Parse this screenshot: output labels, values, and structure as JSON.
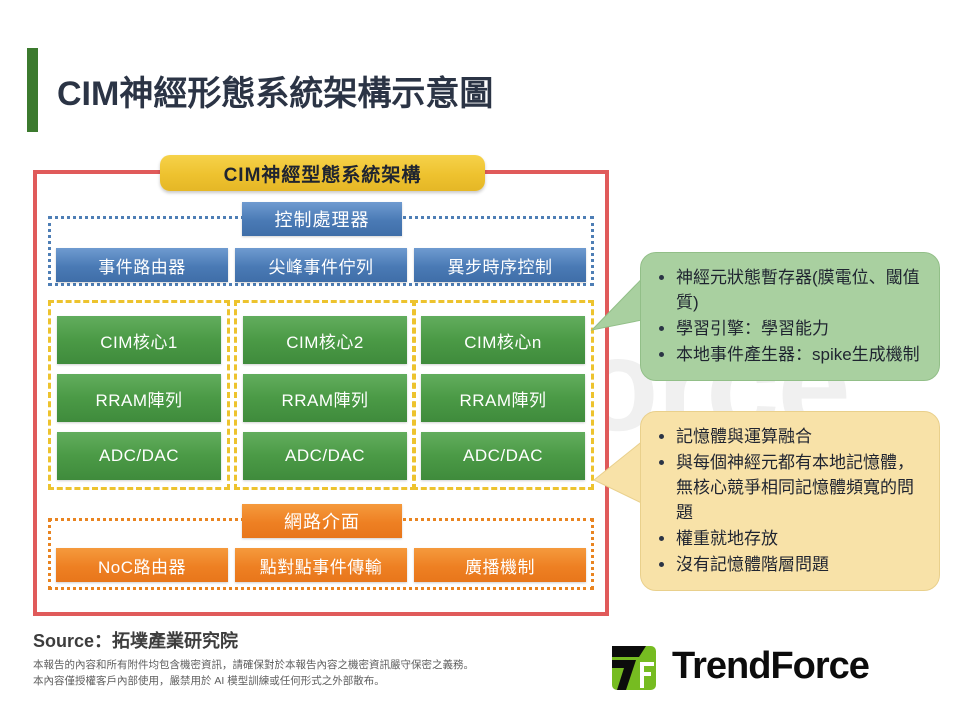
{
  "page": {
    "title": "CIM神經形態系統架構示意圖",
    "accent_green": "#3c7a2e",
    "frame_border": "#e05a5a"
  },
  "architecture": {
    "pill_label": "CIM神經型態系統架構",
    "pill_color": "#eec22f"
  },
  "control_section": {
    "header": "控制處理器",
    "border_color": "#4e7eb5",
    "boxes": [
      {
        "label": "事件路由器"
      },
      {
        "label": "尖峰事件佇列"
      },
      {
        "label": "異步時序控制"
      }
    ]
  },
  "core_section": {
    "border_color": "#edc32e",
    "columns": [
      {
        "boxes": [
          {
            "label": "CIM核心1"
          },
          {
            "label": "RRAM陣列"
          },
          {
            "label": "ADC/DAC"
          }
        ]
      },
      {
        "boxes": [
          {
            "label": "CIM核心2"
          },
          {
            "label": "RRAM陣列"
          },
          {
            "label": "ADC/DAC"
          }
        ]
      },
      {
        "boxes": [
          {
            "label": "CIM核心n"
          },
          {
            "label": "RRAM陣列"
          },
          {
            "label": "ADC/DAC"
          }
        ]
      }
    ]
  },
  "network_section": {
    "header": "網路介面",
    "border_color": "#e98420",
    "boxes": [
      {
        "label": "NoC路由器"
      },
      {
        "label": "點對點事件傳輸"
      },
      {
        "label": "廣播機制"
      }
    ]
  },
  "callouts": {
    "green": {
      "color": "#a9d0a0",
      "bullets": [
        "神經元狀態暫存器(膜電位、閾值質)",
        "學習引擎：學習能力",
        "本地事件產生器：spike生成機制"
      ]
    },
    "yellow": {
      "color": "#f8e2a8",
      "bullets": [
        "記憶體與運算融合",
        "與每個神經元都有本地記憶體，無核心競爭相同記憶體頻寬的問題",
        "權重就地存放",
        "沒有記憶體階層問題"
      ]
    }
  },
  "footer": {
    "source": "Source：拓墣產業研究院",
    "disclaimer_line1": "本報告的內容和所有附件均包含機密資訊，請確保對於本報告內容之機密資訊嚴守保密之義務。",
    "disclaimer_line2": "本內容僅授權客戶內部使用，嚴禁用於 AI 模型訓練或任何形式之外部散布。"
  },
  "brand": {
    "name": "TrendForce",
    "watermark": "TrendForce",
    "mark_green": "#76bc21",
    "mark_black": "#0c0c0c"
  }
}
